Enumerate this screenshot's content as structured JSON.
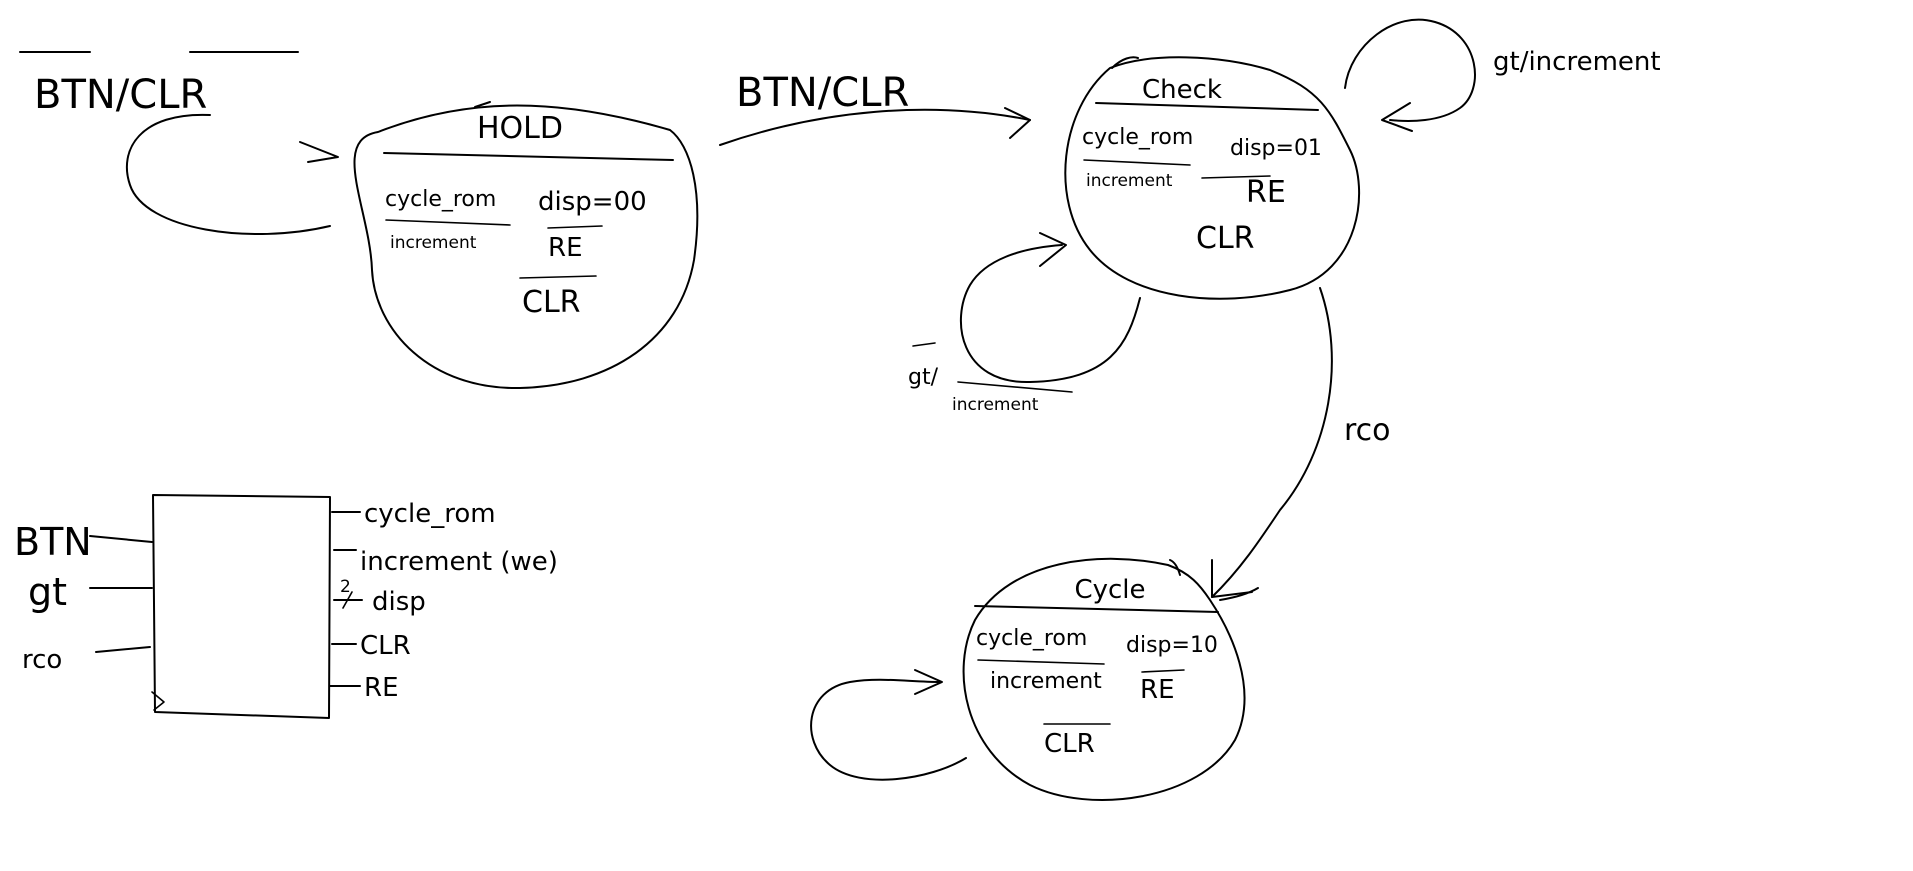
{
  "transitions": {
    "hold_self": "BTN/CLR",
    "hold_to_check": "BTN/CLR",
    "check_self_top": "gt/increment",
    "check_self_bottom_cond": "gt/",
    "check_self_bottom_out": "increment",
    "check_to_cycle": "rco"
  },
  "states": {
    "hold": {
      "name": "HOLD",
      "outputs": [
        "cycle_rom",
        "increment",
        "disp=00",
        "RE",
        "CLR"
      ]
    },
    "check": {
      "name": "Check",
      "outputs": [
        "cycle_rom",
        "increment",
        "disp=01",
        "RE",
        "CLR"
      ]
    },
    "cycle": {
      "name": "Cycle",
      "outputs": [
        "cycle_rom",
        "increment",
        "disp=10",
        "RE",
        "CLR"
      ]
    }
  },
  "block": {
    "inputs": [
      "BTN",
      "gt",
      "rco"
    ],
    "outputs": [
      "cycle_rom",
      "increment (we)",
      "disp",
      "CLR",
      "RE"
    ],
    "bus_width": "2"
  }
}
